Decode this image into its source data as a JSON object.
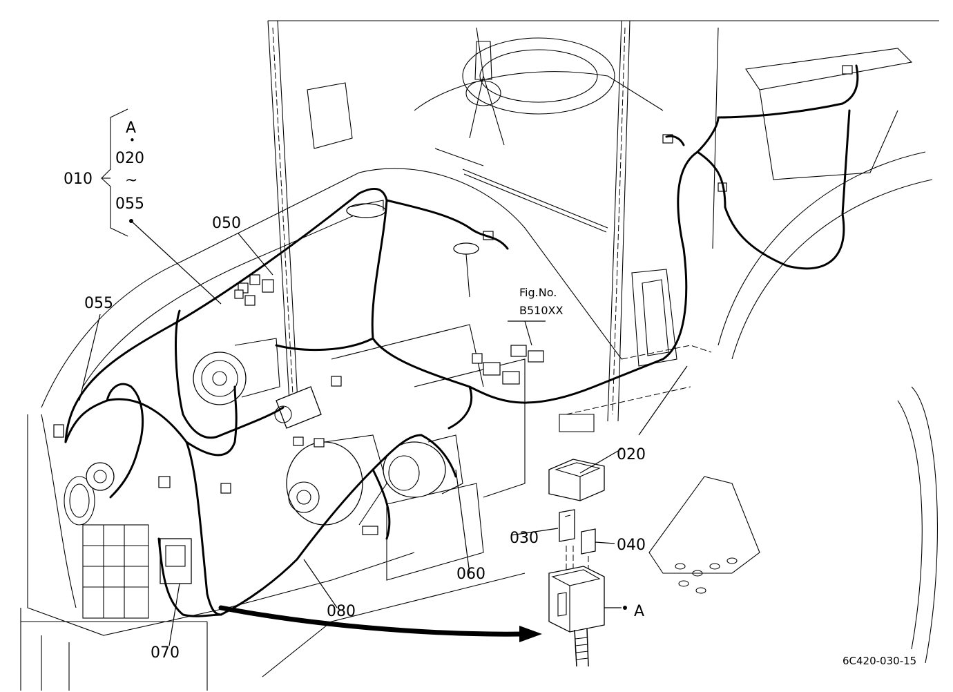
{
  "labels": {
    "p010": "010",
    "p020": "020",
    "p030": "030",
    "p040": "040",
    "p050": "050",
    "p055": "055",
    "p060": "060",
    "p070": "070",
    "p080": "080"
  },
  "bracket_group": {
    "top": "A",
    "dot": "•",
    "from": "020",
    "tilde": "~",
    "to": "055"
  },
  "reference": {
    "line1": "Fig.No.",
    "line2": "B510XX"
  },
  "detail_marker": "A",
  "drawing_number": "6C420-030-15"
}
